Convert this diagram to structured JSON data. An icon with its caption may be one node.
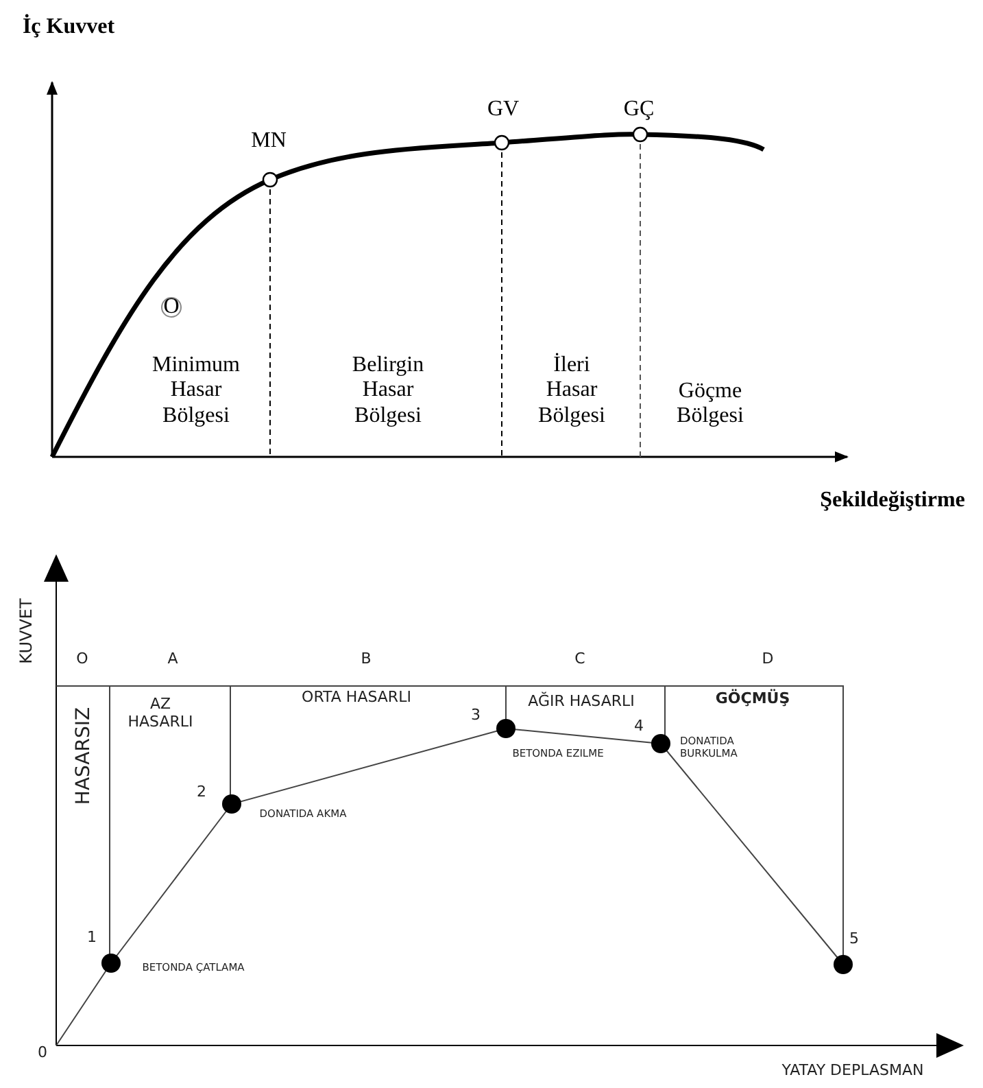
{
  "diagram": {
    "labels": [
      "İç Kuvvet",
      "GV",
      "GÇ",
      "MN",
      "O",
      "Minimum Hasar Bölgesi",
      "Belirgin Hasar Bölgesi",
      "İleri Hasar Bölgesi",
      "Göçme Bölgesi",
      "Şekildeğiştirme",
      "KUVVET",
      "O",
      "A",
      "B",
      "C",
      "D",
      "HASARSIZ",
      "AZ HASARLI",
      "ORTA HASARLI",
      "AĞIR HASARLI",
      "GÖÇMÜŞ",
      "3",
      "4",
      "BETONDA EZILME",
      "DONATIDA BURKULMA",
      "2",
      "DONATIDA AKMA",
      "1",
      "BETONDA ÇATLAMA",
      "5",
      "0",
      "YATAY DEPLASMAN"
    ]
  }
}
